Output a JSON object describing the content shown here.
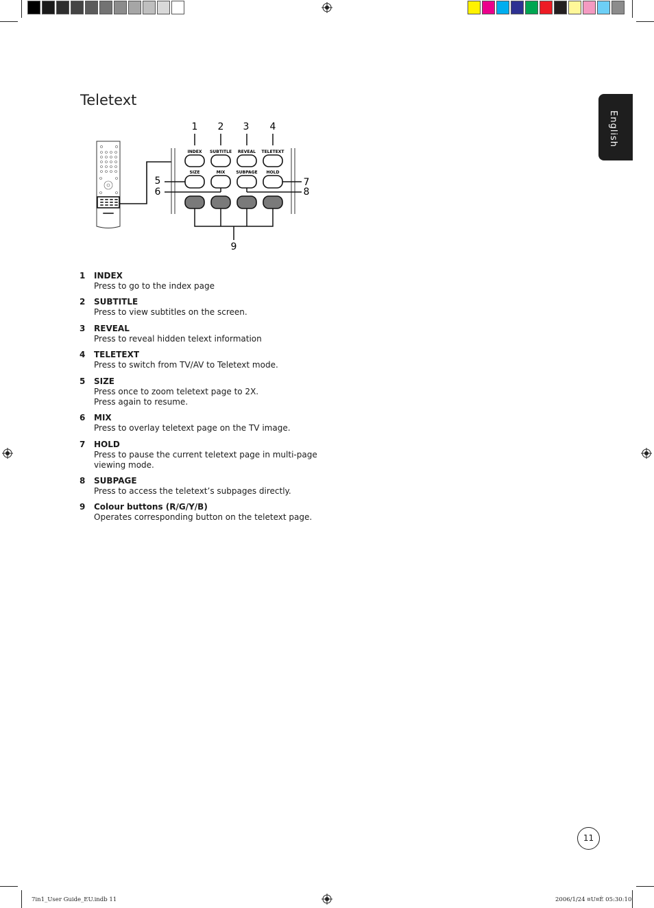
{
  "page": {
    "title": "Teletext",
    "language_tab": "English",
    "page_number": "11",
    "footer_left": "7in1_User Guide_EU.indb   11",
    "footer_right": "2006/1/24   ¤U¤È 05:30:10"
  },
  "print_marks": {
    "gray_swatches": [
      "#000000",
      "#1a1a1a",
      "#2e2e2e",
      "#444444",
      "#5c5c5c",
      "#737373",
      "#8c8c8c",
      "#a6a6a6",
      "#bfbfbf",
      "#d9d9d9",
      "#ffffff"
    ],
    "color_swatches": [
      "#fff200",
      "#ec008c",
      "#00aeef",
      "#2e3192",
      "#00a651",
      "#ed1c24",
      "#231f20",
      "#fff799",
      "#f49ac1",
      "#6dcff6",
      "#8c8c8c"
    ]
  },
  "diagram": {
    "callouts": {
      "c1": "1",
      "c2": "2",
      "c3": "3",
      "c4": "4",
      "c5": "5",
      "c6": "6",
      "c7": "7",
      "c8": "8",
      "c9": "9"
    },
    "buttons_row1": [
      "INDEX",
      "SUBTITLE",
      "REVEAL",
      "TELETEXT"
    ],
    "buttons_row2": [
      "SIZE",
      "MIX",
      "SUBPAGE",
      "HOLD"
    ],
    "colour_button_fill": "#7a7a7a"
  },
  "items": [
    {
      "num": "1",
      "term": "INDEX",
      "desc": "Press to go to the index page"
    },
    {
      "num": "2",
      "term": "SUBTITLE",
      "desc": "Press to view subtitles on the screen."
    },
    {
      "num": "3",
      "term": "REVEAL",
      "desc": "Press to reveal hidden telext information"
    },
    {
      "num": "4",
      "term": "TELETEXT",
      "desc": "Press to switch from TV/AV to Teletext mode."
    },
    {
      "num": "5",
      "term": "SIZE",
      "desc": "Press once to zoom teletext page to 2X.\nPress again to resume."
    },
    {
      "num": "6",
      "term": "MIX",
      "desc": "Press to overlay teletext page on the TV image."
    },
    {
      "num": "7",
      "term": "HOLD",
      "desc": "Press to pause the current teletext page in multi-page\nviewing mode."
    },
    {
      "num": "8",
      "term": "SUBPAGE",
      "desc": "Press to access the teletext’s subpages directly."
    },
    {
      "num": "9",
      "term": "Colour buttons (R/G/Y/B)",
      "desc": "Operates corresponding button on the teletext page."
    }
  ]
}
